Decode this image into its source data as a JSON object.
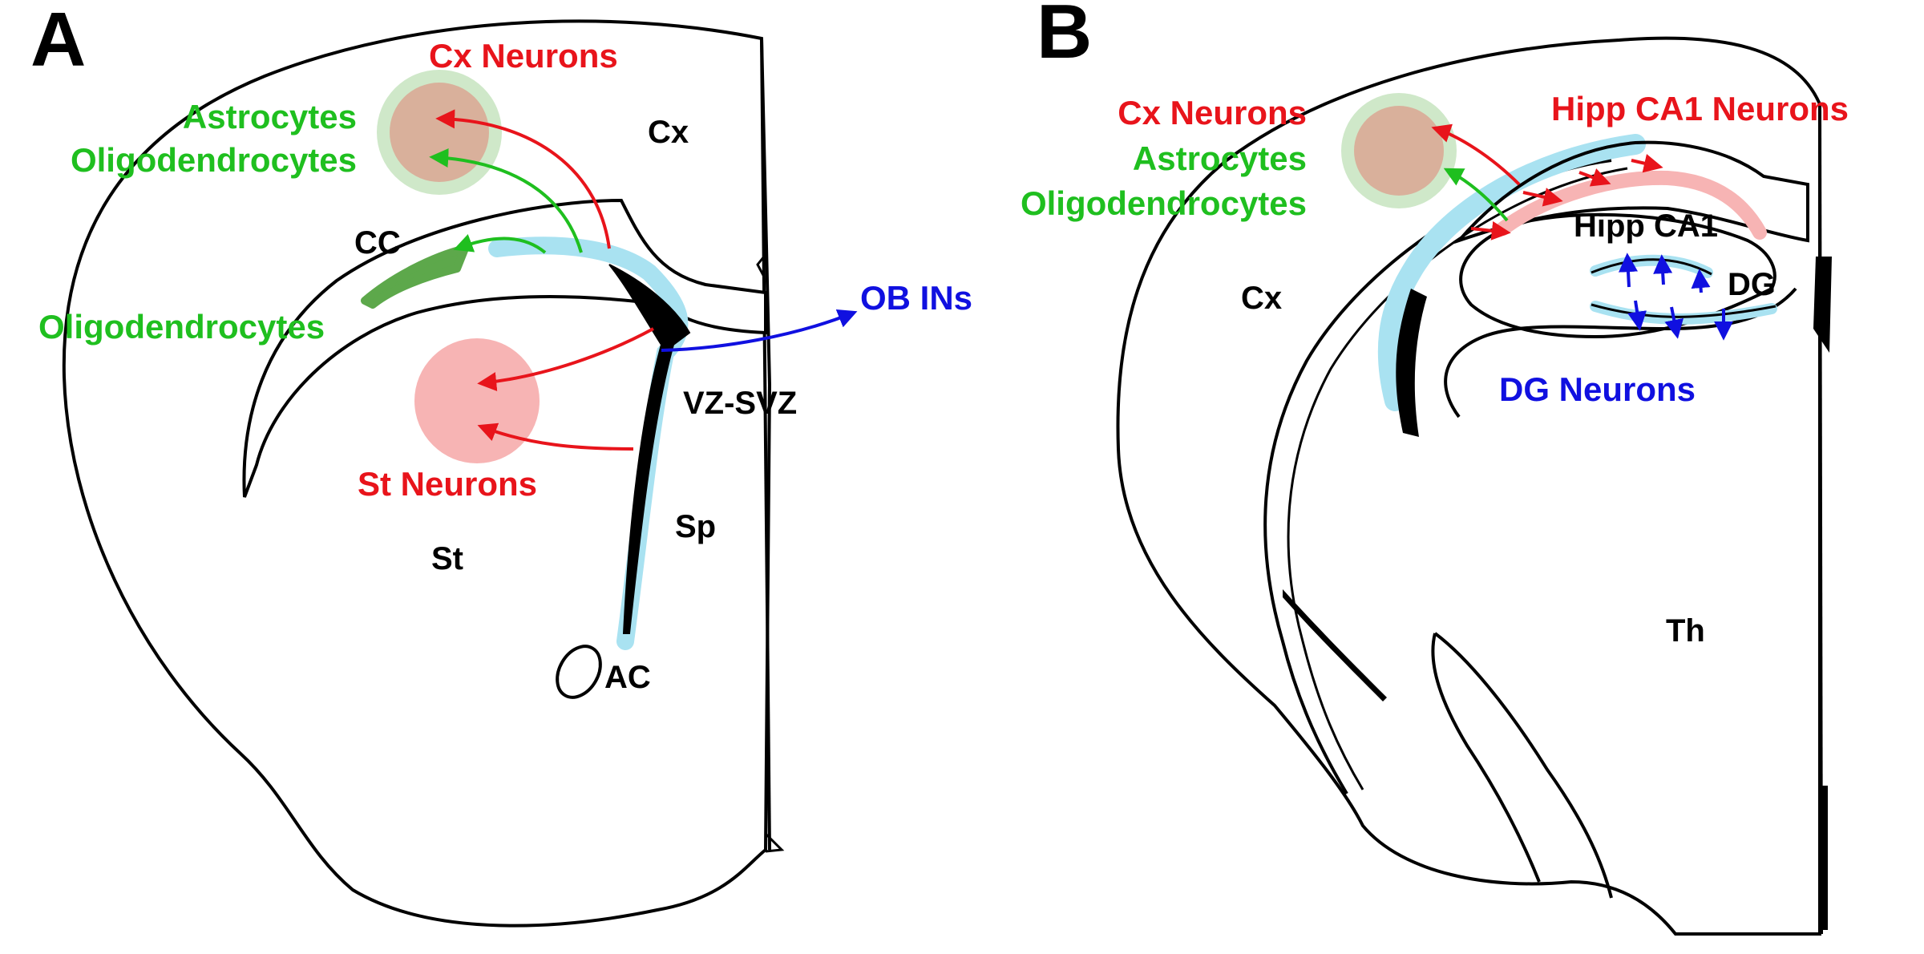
{
  "panels": {
    "a": {
      "letter": "A",
      "labels": {
        "cx_neurons": "Cx Neurons",
        "astrocytes": "Astrocytes",
        "oligodendrocytes_top": "Oligodendrocytes",
        "cx": "Cx",
        "cc": "CC",
        "oligodendrocytes_cc": "Oligodendrocytes",
        "ob_ins": "OB INs",
        "vz_svz": "VZ-SVZ",
        "st_neurons": "St Neurons",
        "sp": "Sp",
        "st": "St",
        "ac": "AC"
      }
    },
    "b": {
      "letter": "B",
      "labels": {
        "cx_neurons": "Cx Neurons",
        "hipp_ca1_neurons": "Hipp CA1 Neurons",
        "astrocytes": "Astrocytes",
        "oligodendrocytes": "Oligodendrocytes",
        "cx": "Cx",
        "hipp_ca1": "Hipp CA1",
        "dg": "DG",
        "dg_neurons": "DG Neurons",
        "th": "Th"
      }
    }
  },
  "colors": {
    "neuron_red": "#e8141b",
    "glia_green": "#1fbf1f",
    "interneuron_blue": "#1010e0",
    "outline": "#000000",
    "vz_blue": "#a9e2f1",
    "red_halo": "#f7b4b4",
    "green_halo": "#cfe8c9",
    "brown_core": "#d9b09b",
    "cc_green": "#5da84b"
  }
}
